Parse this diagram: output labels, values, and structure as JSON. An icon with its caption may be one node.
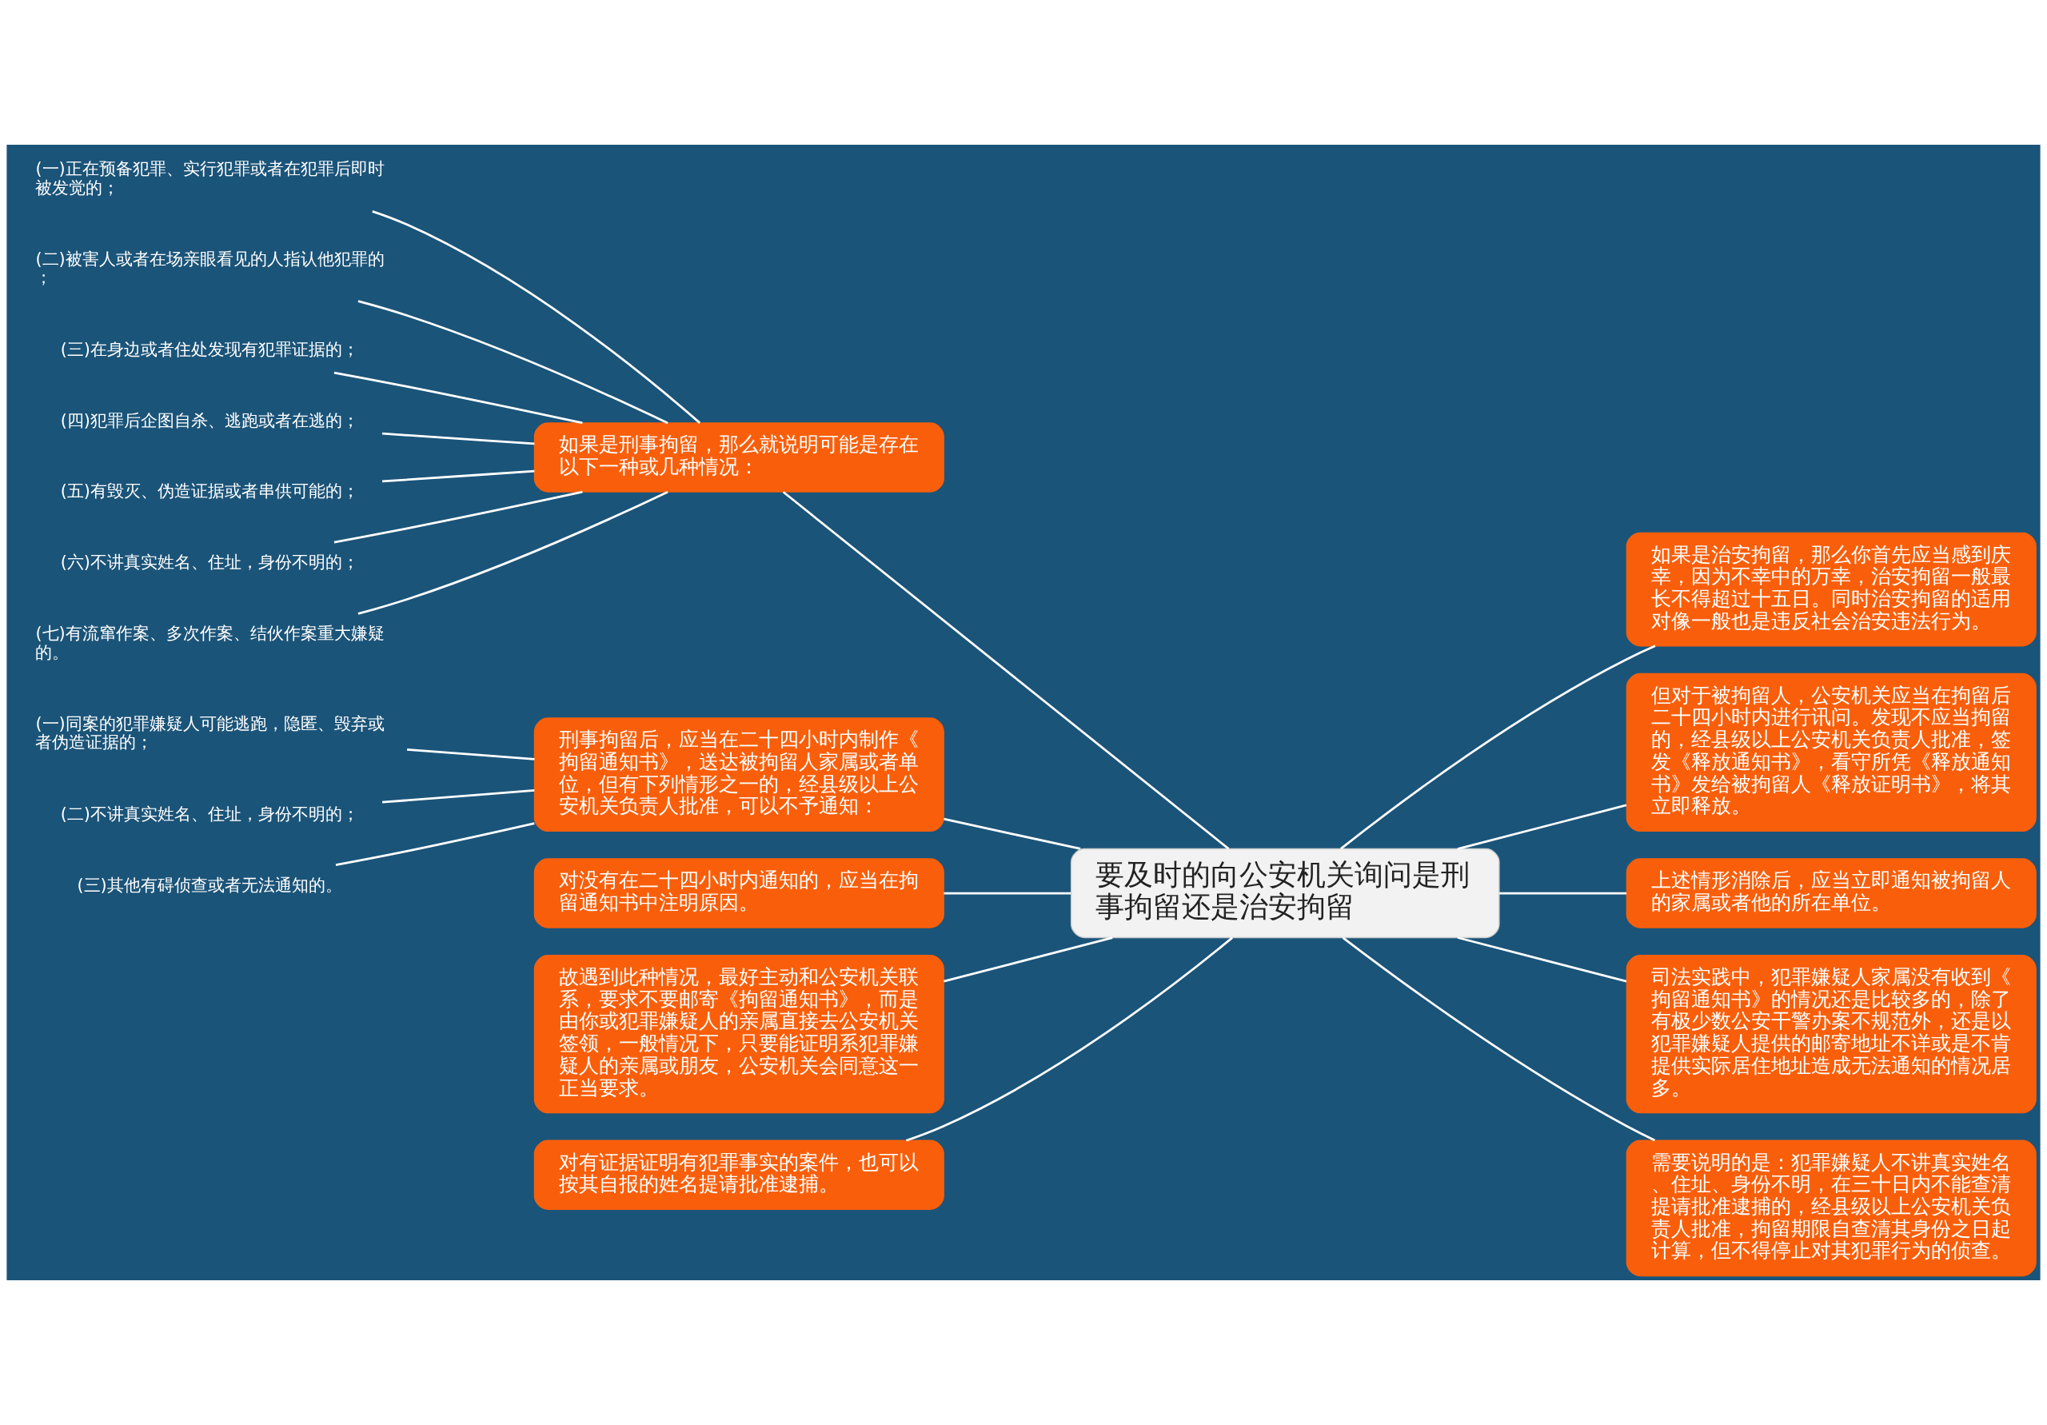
{
  "diagram": {
    "nodes": [
      {
        "text": [
          "要及时的向公安机关询问是刑事拘留还是治安拘留"
        ]
      },
      {
        "text": [
          "如果是刑事拘留，那么就说明可能是存在以下一种或几种情况："
        ]
      },
      {
        "text": [
          "(一)正在预备犯罪、实行犯罪或者在犯罪后即时被发觉的；"
        ]
      },
      {
        "text": [
          "(二)被害人或者在场亲眼看见的人指认他犯罪的；"
        ]
      },
      {
        "text": [
          "(三)在身边或者住处发现有犯罪证据的；"
        ]
      },
      {
        "text": [
          "(四)犯罪后企图自杀、逃跑或者在逃的；"
        ]
      },
      {
        "text": [
          "(五)有毁灭、伪造证据或者串供可能的；"
        ]
      },
      {
        "text": [
          "(六)不讲真实姓名、住址，身份不明的；"
        ]
      },
      {
        "text": [
          "(七)有流窜作案、多次作案、结伙作案重大嫌疑的。"
        ]
      },
      {
        "text": [
          "刑事拘留后，应当在二十四小时内制作《拘留通知书》，送达被拘留人家属或者单位，但有下列情形之一的，经县级以上公安机关负责人批准，可以不予通知："
        ]
      },
      {
        "text": [
          "(一)同案的犯罪嫌疑人可能逃跑，隐匿、毁弃或者伪造证据的；"
        ]
      },
      {
        "text": [
          "(二)不讲真实姓名、住址，身份不明的；"
        ]
      },
      {
        "text": [
          "(三)其他有碍侦查或者无法通知的。"
        ]
      },
      {
        "text": [
          "对没有在二十四小时内通知的，应当在拘留通知书中注明原因。"
        ]
      },
      {
        "text": [
          "故遇到此种情况，最好主动和公安机关联系，要求不要邮寄《拘留通知书》，而是由你或犯罪嫌疑人的亲属直接去公安机关签领，一般情况下，只要能证明系犯罪嫌疑人的亲属或朋友，公安机关会同意这一正当要求。"
        ]
      },
      {
        "text": [
          "对有证据证明有犯罪事实的案件，也可以按其自报的姓名提请批准逮捕。"
        ]
      },
      {
        "text": [
          "如果是治安拘留，那么你首先应当感到庆幸，因为不幸中的万幸，治安拘留一般最长不得超过十五日。同时治安拘留的适用对像一般也是违反社会治安违法行为。"
        ]
      },
      {
        "text": [
          "但对于被拘留人，公安机关应当在拘留后二十四小时内进行讯问。发现不应当拘留的，经县级以上公安机关负责人批准，签发《释放通知书》，看守所凭《释放通知书》发给被拘留人《释放证明书》，将其立即释放。"
        ]
      },
      {
        "text": [
          "上述情形消除后，应当立即通知被拘留人的家属或者他的所在单位。"
        ]
      },
      {
        "text": [
          "司法实践中，犯罪嫌疑人家属没有收到《拘留通知书》的情况还是比较多的，除了有极少数公安干警办案不规范外，还是以犯罪嫌疑人提供的邮寄地址不详或是不肯提供实际居住地址造成无法通知的情况居多。"
        ]
      },
      {
        "text": [
          "需要说明的是：犯罪嫌疑人不讲真实姓名、住址、身份不明，在三十日内不能查清提请批准逮捕的，经县级以上公安机关负责人批准，拘留期限自查清其身份之日起计算，但不得停止对其犯罪行为的侦查。"
        ]
      }
    ],
    "edges": [
      {
        "from": 2,
        "to": 1,
        "arrow": "none"
      },
      {
        "from": 3,
        "to": 1,
        "arrow": "none"
      },
      {
        "from": 4,
        "to": 1,
        "arrow": "none"
      },
      {
        "from": 5,
        "to": 1,
        "arrow": "none"
      },
      {
        "from": 6,
        "to": 1,
        "arrow": "none"
      },
      {
        "from": 7,
        "to": 1,
        "arrow": "none"
      },
      {
        "from": 8,
        "to": 1,
        "arrow": "none"
      },
      {
        "from": 1,
        "to": 0,
        "arrow": "none"
      },
      {
        "from": 10,
        "to": 9,
        "arrow": "none"
      },
      {
        "from": 11,
        "to": 9,
        "arrow": "none"
      },
      {
        "from": 12,
        "to": 9,
        "arrow": "none"
      },
      {
        "from": 9,
        "to": 0,
        "arrow": "none"
      },
      {
        "from": 13,
        "to": 0,
        "arrow": "none"
      },
      {
        "from": 14,
        "to": 0,
        "arrow": "none"
      },
      {
        "from": 15,
        "to": 0,
        "arrow": "none"
      },
      {
        "from": 0,
        "to": 16,
        "arrow": "none"
      },
      {
        "from": 0,
        "to": 17,
        "arrow": "none"
      },
      {
        "from": 0,
        "to": 18,
        "arrow": "none"
      },
      {
        "from": 0,
        "to": 19,
        "arrow": "none"
      },
      {
        "from": 0,
        "to": 20,
        "arrow": "none"
      }
    ]
  }
}
